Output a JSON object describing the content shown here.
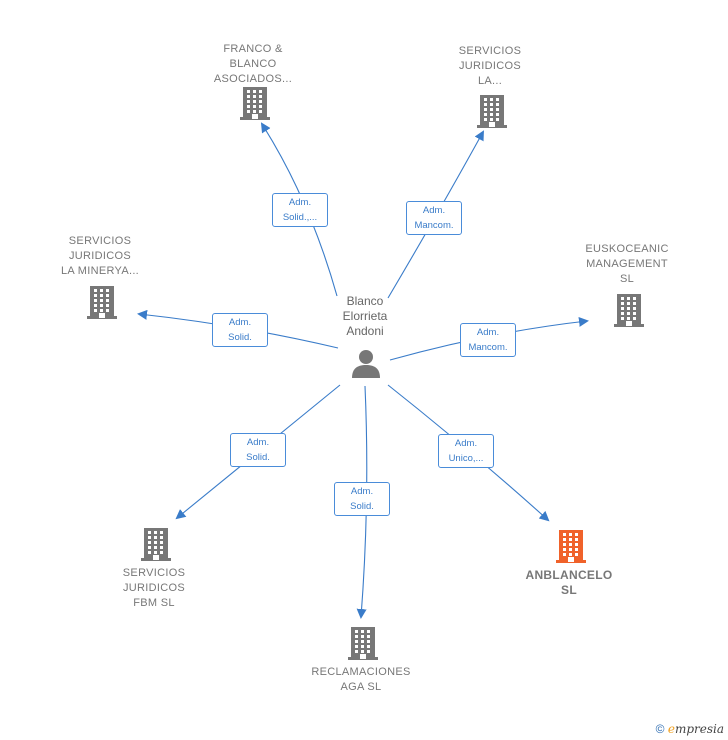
{
  "center": {
    "name_lines": [
      "Blanco",
      "Elorrieta",
      "Andoni"
    ],
    "icon": "person-icon"
  },
  "companies": [
    {
      "id": "franco",
      "lines": [
        "FRANCO &",
        "BLANCO",
        "ASOCIADOS..."
      ],
      "icon": "building-icon",
      "highlight": false
    },
    {
      "id": "sj-la",
      "lines": [
        "SERVICIOS",
        "JURIDICOS",
        "LA..."
      ],
      "icon": "building-icon",
      "highlight": false
    },
    {
      "id": "sj-minerya",
      "lines": [
        "SERVICIOS",
        "JURIDICOS",
        "LA MINERYA..."
      ],
      "icon": "building-icon",
      "highlight": false
    },
    {
      "id": "euskoceanic",
      "lines": [
        "EUSKOCEANIC",
        "MANAGEMENT",
        "SL"
      ],
      "icon": "building-icon",
      "highlight": false
    },
    {
      "id": "sj-fbm",
      "lines": [
        "SERVICIOS",
        "JURIDICOS",
        "FBM SL"
      ],
      "icon": "building-icon",
      "highlight": false
    },
    {
      "id": "reclamaciones",
      "lines": [
        "RECLAMACIONES",
        "AGA SL"
      ],
      "icon": "building-icon",
      "highlight": false
    },
    {
      "id": "anblancelo",
      "lines": [
        "ANBLANCELO",
        "SL"
      ],
      "icon": "building-icon",
      "highlight": true
    }
  ],
  "relations": [
    {
      "to": "franco",
      "lines": [
        "Adm.",
        "Solid.,..."
      ]
    },
    {
      "to": "sj-la",
      "lines": [
        "Adm.",
        "Mancom."
      ]
    },
    {
      "to": "sj-minerya",
      "lines": [
        "Adm.",
        "Solid."
      ]
    },
    {
      "to": "euskoceanic",
      "lines": [
        "Adm.",
        "Mancom."
      ]
    },
    {
      "to": "sj-fbm",
      "lines": [
        "Adm.",
        "Solid."
      ]
    },
    {
      "to": "reclamaciones",
      "lines": [
        "Adm.",
        "Solid."
      ]
    },
    {
      "to": "anblancelo",
      "lines": [
        "Adm.",
        "Unico,..."
      ]
    }
  ],
  "colors": {
    "edge": "#3a7cc9",
    "building": "#777777",
    "building_highlight": "#f0622a",
    "person": "#777777"
  },
  "footer": {
    "copyright_symbol": "©",
    "brand_first": "e",
    "brand_rest": "mpresia"
  }
}
